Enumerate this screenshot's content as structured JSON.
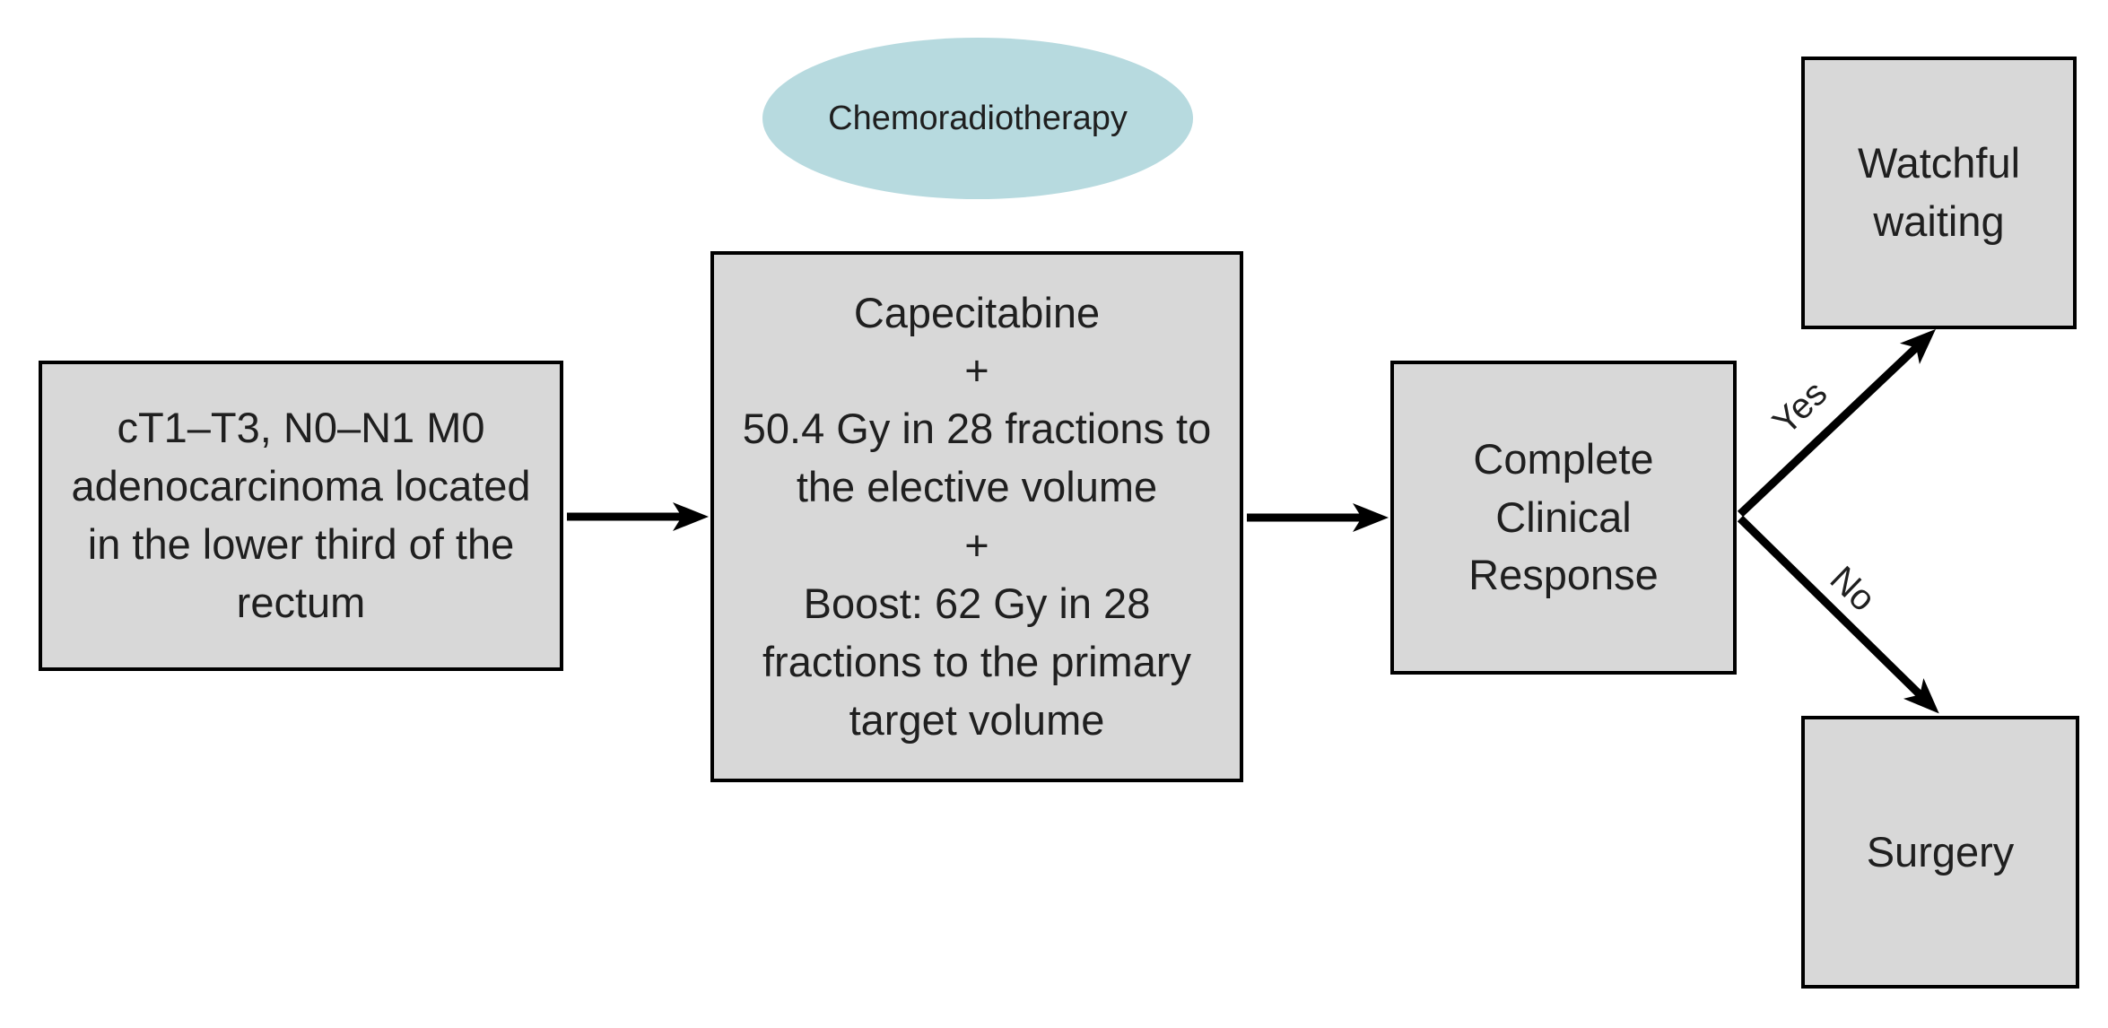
{
  "diagram": {
    "colors": {
      "background": "#ffffff",
      "node_fill": "#d8d8d8",
      "node_border": "#000000",
      "ellipse_fill": "#b7dadf",
      "arrow": "#000000",
      "text": "#1f1f1f"
    },
    "nodes": {
      "chemoradiotherapy": {
        "shape": "ellipse",
        "label": "Chemoradiotherapy"
      },
      "diagnosis": {
        "shape": "rect",
        "label": "cT1–T3, N0–N1 M0 adenocarcinoma located in the lower third of the rectum"
      },
      "treatment": {
        "shape": "rect",
        "label": "Capecitabine\n+\n50.4 Gy in 28 fractions to the elective volume\n+\nBoost: 62 Gy in 28 fractions to the primary target volume"
      },
      "response": {
        "shape": "rect",
        "label": "Complete Clinical Response"
      },
      "watchful_waiting": {
        "shape": "rect",
        "label": "Watchful waiting"
      },
      "surgery": {
        "shape": "rect",
        "label": "Surgery"
      }
    },
    "edges": [
      {
        "from": "diagnosis",
        "to": "treatment",
        "label": ""
      },
      {
        "from": "treatment",
        "to": "response",
        "label": ""
      },
      {
        "from": "response",
        "to": "watchful_waiting",
        "label": "Yes"
      },
      {
        "from": "response",
        "to": "surgery",
        "label": "No"
      }
    ]
  }
}
